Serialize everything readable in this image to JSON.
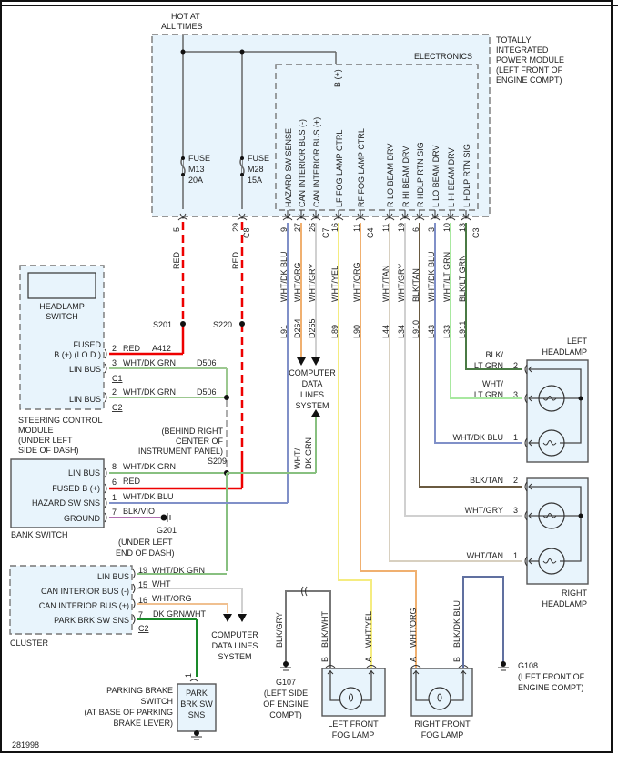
{
  "figure_id": "281998",
  "power": {
    "hot_label_1": "HOT AT",
    "hot_label_2": "ALL TIMES"
  },
  "tipm": {
    "title": [
      "TOTALLY",
      "INTEGRATED",
      "POWER MODULE",
      "(LEFT FRONT OF",
      "ENGINE COMPT)"
    ],
    "electronics_label": "ELECTRONICS",
    "bplus_label": "B (+)",
    "fuses": [
      {
        "label": "FUSE",
        "id": "M13",
        "rating": "20A",
        "pin": "5"
      },
      {
        "label": "FUSE",
        "id": "M28",
        "rating": "15A",
        "pin": "29",
        "connector": "C8"
      }
    ],
    "pins": [
      {
        "name": "HAZARD SW SENSE",
        "pin": "9",
        "color": "WHT/DK BLU",
        "circuit": "L91",
        "hex": "#8090c8"
      },
      {
        "name": "CAN INTERIOR BUS (-)",
        "pin": "27",
        "color": "WHT/ORG",
        "circuit": "D264",
        "hex": "#f0b070"
      },
      {
        "name": "CAN INTERIOR BUS (+)",
        "pin": "26",
        "color": "WHT/GRY",
        "circuit": "D265",
        "hex": "#d0d0d0",
        "connector": "C7"
      },
      {
        "name": "LF FOG LAMP CTRL",
        "pin": "16",
        "color": "WHT/YEL",
        "circuit": "L89",
        "hex": "#f5ec80"
      },
      {
        "name": "RF FOG LAMP CTRL",
        "pin": "11",
        "color": "WHT/ORG",
        "circuit": "L90",
        "hex": "#f0b070",
        "connector": "C4"
      },
      {
        "name": "R LO BEAM DRV",
        "pin": "11",
        "color": "WHT/TAN",
        "circuit": "L44",
        "hex": "#d8d0c0"
      },
      {
        "name": "R HI BEAM DRV",
        "pin": "19",
        "color": "WHT/GRY",
        "circuit": "L34",
        "hex": "#d0d0d0"
      },
      {
        "name": "R HDLP RTN SIG",
        "pin": "6",
        "color": "BLK/TAN",
        "circuit": "L910",
        "hex": "#6a5a40"
      },
      {
        "name": "L LO BEAM DRV",
        "pin": "3",
        "color": "WHT/DK BLU",
        "circuit": "L43",
        "hex": "#8090c8"
      },
      {
        "name": "L HI BEAM DRV",
        "pin": "10",
        "color": "WHT/LT GRN",
        "circuit": "L33",
        "hex": "#a8e8a0"
      },
      {
        "name": "L HDLP RTN SIG",
        "pin": "13",
        "color": "BLK/LT GRN",
        "circuit": "L911",
        "hex": "#4a7a44",
        "connector": "C3"
      }
    ]
  },
  "wires": {
    "red_1": "RED",
    "red_2": "RED"
  },
  "splices": {
    "s201": "S201",
    "s220": "S220",
    "s209": "S209"
  },
  "splice_note": [
    "(BEHIND RIGHT",
    "CENTER OF",
    "INSTRUMENT PANEL)"
  ],
  "steering_module": {
    "switch_label": [
      "HEADLAMP",
      "SWITCH"
    ],
    "title": [
      "STEERING CONTROL",
      "MODULE",
      "(UNDER LEFT",
      "SIDE OF DASH)"
    ],
    "pins": [
      {
        "name_1": "FUSED",
        "name_2": "B (+) (I.O.D.)",
        "pin": "2",
        "color": "RED",
        "circuit": "A412"
      },
      {
        "name": "LIN BUS",
        "pin": "3",
        "color": "WHT/DK GRN",
        "circuit": "D506",
        "connector": "C1"
      },
      {
        "name": "LIN BUS",
        "pin": "2",
        "color": "WHT/DK GRN",
        "circuit": "D506",
        "connector": "C2"
      }
    ]
  },
  "cdl_top": {
    "label": [
      "COMPUTER",
      "DATA",
      "LINES",
      "SYSTEM"
    ],
    "wire_label_1": "WHT/",
    "wire_label_2": "DK GRN"
  },
  "bank_switch": {
    "title": "BANK SWITCH",
    "pins": [
      {
        "name": "LIN BUS",
        "pin": "8",
        "color": "WHT/DK GRN"
      },
      {
        "name": "FUSED B (+)",
        "pin": "6",
        "color": "RED"
      },
      {
        "name": "HAZARD SW SNS",
        "pin": "1",
        "color": "WHT/DK BLU"
      },
      {
        "name": "GROUND",
        "pin": "7",
        "color": "BLK/VIO"
      }
    ],
    "ground": {
      "id": "G201",
      "loc_1": "(UNDER LEFT",
      "loc_2": "END OF DASH)"
    }
  },
  "cluster": {
    "title": "CLUSTER",
    "connector": "C2",
    "pins": [
      {
        "name": "LIN BUS",
        "pin": "19",
        "color": "WHT/DK GRN"
      },
      {
        "name": "CAN INTERIOR BUS (-)",
        "pin": "15",
        "color": "WHT"
      },
      {
        "name": "CAN INTERIOR BUS (+)",
        "pin": "16",
        "color": "WHT/ORG"
      },
      {
        "name": "PARK BRK SW SNS",
        "pin": "7",
        "color": "DK GRN/WHT"
      }
    ]
  },
  "cdl_bottom": {
    "label": [
      "COMPUTER",
      "DATA LINES",
      "SYSTEM"
    ]
  },
  "park_brake": {
    "box": [
      "PARK",
      "BRK SW",
      "SNS"
    ],
    "pin": "1",
    "title": [
      "PARKING BRAKE",
      "SWITCH",
      "(AT BASE OF PARKING",
      "BRAKE LEVER)"
    ]
  },
  "left_headlamp": {
    "title": [
      "LEFT",
      "HEADLAMP"
    ],
    "pins": [
      {
        "pin": "2",
        "color_1": "BLK/",
        "color_2": "LT GRN"
      },
      {
        "pin": "3",
        "color_1": "WHT/",
        "color_2": "LT GRN"
      },
      {
        "pin": "1",
        "color": "WHT/DK BLU"
      }
    ]
  },
  "right_headlamp": {
    "title": [
      "RIGHT",
      "HEADLAMP"
    ],
    "pins": [
      {
        "pin": "2",
        "color": "BLK/TAN"
      },
      {
        "pin": "3",
        "color": "WHT/GRY"
      },
      {
        "pin": "1",
        "color": "WHT/TAN"
      }
    ]
  },
  "left_fog": {
    "title": [
      "LEFT FRONT",
      "FOG LAMP"
    ],
    "pin_b": "B",
    "pin_a": "A",
    "wire_b": "BLK/WHT",
    "wire_a": "WHT/YEL",
    "ground_wire": "BLK/GRY",
    "ground": {
      "id": "G107",
      "loc": [
        "(LEFT SIDE",
        "OF ENGINE",
        "COMPT)"
      ]
    }
  },
  "right_fog": {
    "title": [
      "RIGHT FRONT",
      "FOG LAMP"
    ],
    "pin_a": "A",
    "pin_b": "B",
    "wire_a": "WHT/ORG",
    "wire_b": "BLK/DK BLU",
    "ground": {
      "id": "G108",
      "loc": [
        "(LEFT FRONT OF",
        "ENGINE COMPT)"
      ]
    }
  }
}
